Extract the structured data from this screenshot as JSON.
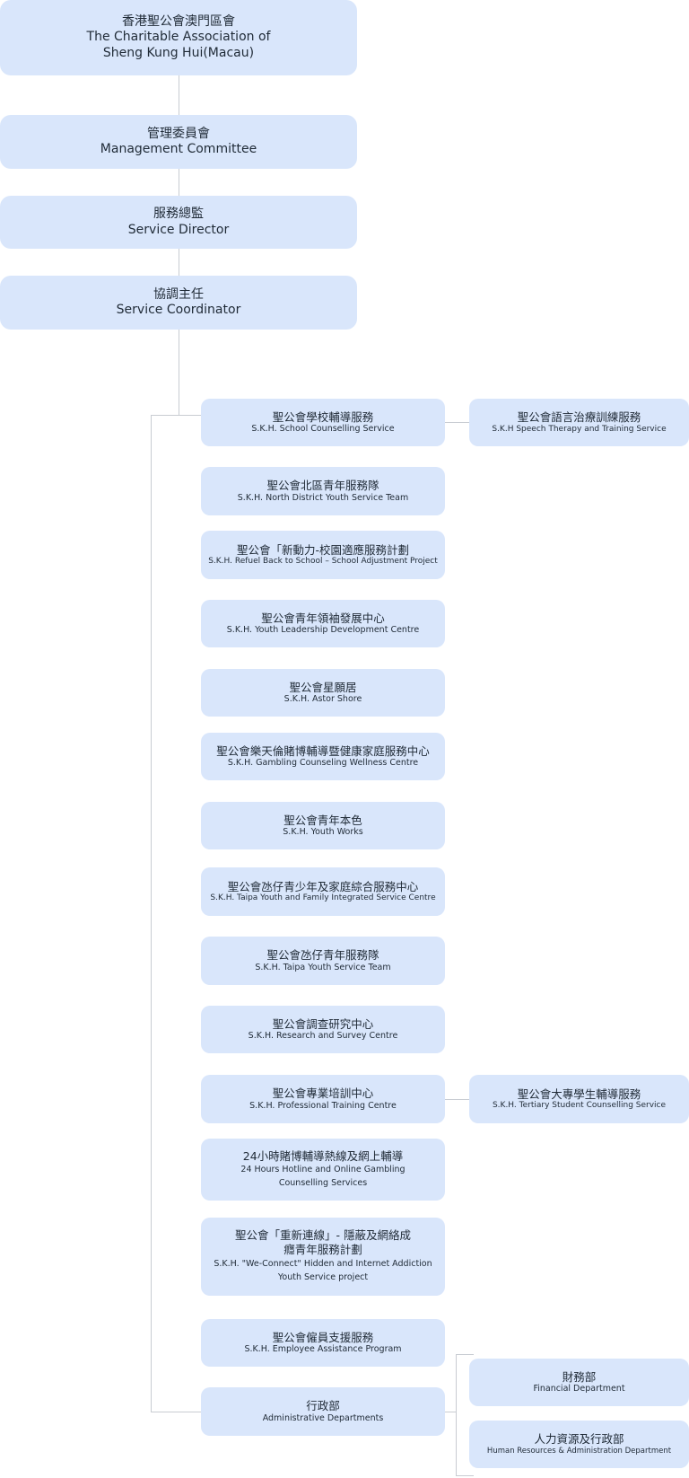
{
  "header_units": {
    "org": {
      "zh": "香港聖公會澳門區會",
      "en": "The Charitable Association of Sheng Kung Hui(Macau)"
    },
    "management": {
      "zh": "管理委員會",
      "en": "Management Committee"
    },
    "director": {
      "zh": "服務總監",
      "en": "Service Director"
    },
    "coordinator": {
      "zh": "協調主任",
      "en": "Service Coordinator"
    }
  },
  "services": [
    {
      "zh": "聖公會學校輔導服務",
      "en": "S.K.H. School Counselling Service"
    },
    {
      "zh": "聖公會北區青年服務隊",
      "en": "S.K.H. North District Youth Service Team"
    },
    {
      "zh": "聖公會「新動力-校園適應服務計劃",
      "en": "S.K.H. Refuel Back to School – School Adjustment Project"
    },
    {
      "zh": "聖公會青年領袖發展中心",
      "en": "S.K.H. Youth Leadership Development Centre"
    },
    {
      "zh": "聖公會星願居",
      "en": "S.K.H. Astor Shore"
    },
    {
      "zh": "聖公會樂天倫賭博輔導暨健康家庭服務中心",
      "en": "S.K.H. Gambling Counseling Wellness Centre"
    },
    {
      "zh": "聖公會青年本色",
      "en": "S.K.H. Youth Works"
    },
    {
      "zh": "聖公會氹仔青少年及家庭綜合服務中心",
      "en": "S.K.H. Taipa Youth and Family Integrated Service Centre"
    },
    {
      "zh": "聖公會氹仔青年服務隊",
      "en": "S.K.H. Taipa Youth Service Team"
    },
    {
      "zh": "聖公會調查研究中心",
      "en": "S.K.H. Research and Survey Centre"
    },
    {
      "zh": "聖公會專業培訓中心",
      "en": "S.K.H. Professional Training Centre"
    },
    {
      "zh": "24小時賭博輔導熱線及網上輔導",
      "en": "24 Hours Hotline and Online Gambling Counselling Services"
    },
    {
      "zh": "聖公會「重新連線」- 隱蔽及網絡成癮青年服務計劃",
      "en": "S.K.H. \"We-Connect\" Hidden and Internet Addiction Youth Service project"
    },
    {
      "zh": "聖公會僱員支援服務",
      "en": "S.K.H. Employee Assistance Program"
    },
    {
      "zh": "行政部",
      "en": "Administrative Departments"
    }
  ],
  "side_units": {
    "speech": {
      "zh": "聖公會語言治療訓練服務",
      "en": "S.K.H Speech Therapy and Training Service"
    },
    "tertiary": {
      "zh": "聖公會大專學生輔導服務",
      "en": "S.K.H. Tertiary Student Counselling Service"
    },
    "financial": {
      "zh": "財務部",
      "en": "Financial Department"
    },
    "hr": {
      "zh": "人力資源及行政部",
      "en": "Human Resources & Administration Department"
    }
  },
  "colors": {
    "box": "#d9e6fb",
    "line": "#c8ccd2",
    "text": "#1f2a36"
  }
}
